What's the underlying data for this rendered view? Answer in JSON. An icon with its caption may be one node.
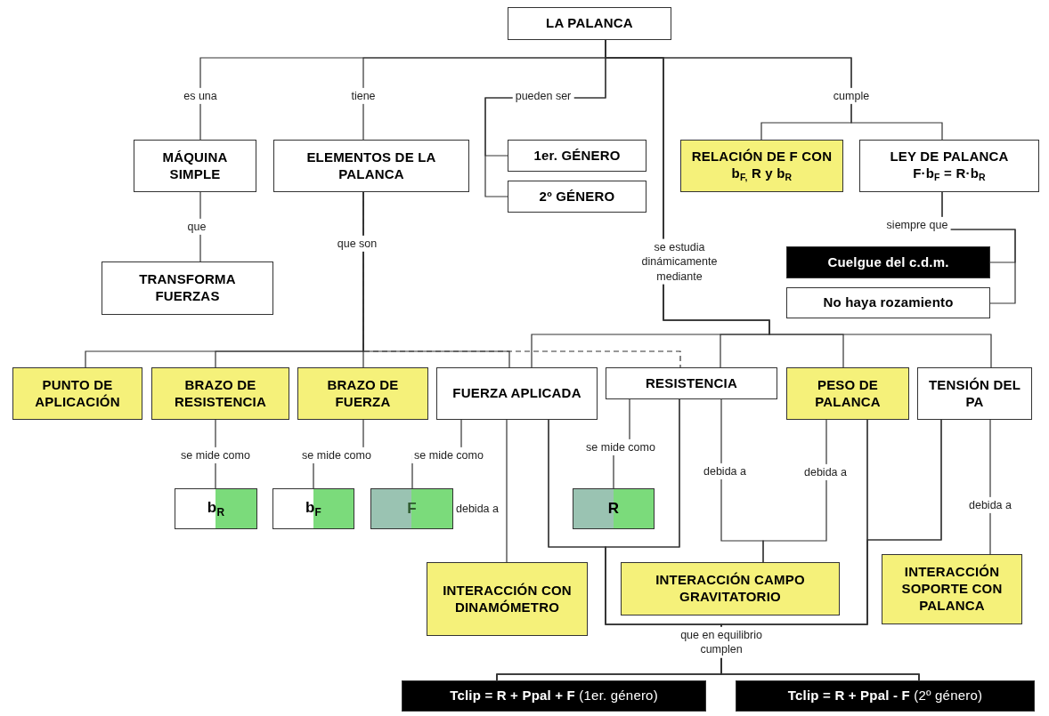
{
  "diagram": {
    "nodes": [
      {
        "text": [
          "LA PALANCA"
        ]
      },
      {
        "text": [
          "MÁQUINA SIMPLE"
        ]
      },
      {
        "text": [
          "ELEMENTOS DE LA PALANCA"
        ]
      },
      {
        "text": [
          "1er. GÉNERO"
        ]
      },
      {
        "text": [
          "2º GÉNERO"
        ]
      },
      {
        "text": [
          "RELACIÓN DE F CON b$_{F,}$ R y b$_{R}$"
        ]
      },
      {
        "text": [
          "LEY DE PALANCA",
          "F·b$_{F}$ = R·b$_{R}$"
        ]
      },
      {
        "text": [
          "TRANSFORMA FUERZAS"
        ]
      },
      {
        "text": [
          "Cuelgue del c.d.m."
        ]
      },
      {
        "text": [
          "No haya rozamiento"
        ]
      },
      {
        "text": [
          "PUNTO DE APLICACIÓN"
        ]
      },
      {
        "text": [
          "BRAZO DE RESISTENCIA"
        ]
      },
      {
        "text": [
          "BRAZO DE FUERZA"
        ]
      },
      {
        "text": [
          "FUERZA APLICADA"
        ]
      },
      {
        "text": [
          "RESISTENCIA"
        ]
      },
      {
        "text": [
          "PESO DE PALANCA"
        ]
      },
      {
        "text": [
          "TENSIÓN DEL PA"
        ]
      },
      {
        "text": [
          "b$_{R}$"
        ]
      },
      {
        "text": [
          "b$_{F}$"
        ]
      },
      {
        "text": [
          "F"
        ]
      },
      {
        "text": [
          "R"
        ]
      },
      {
        "text": [
          "INTERACCIÓN CON DINAMÓMETRO"
        ]
      },
      {
        "text": [
          "INTERACCIÓN CAMPO GRAVITATORIO"
        ]
      },
      {
        "text": [
          "INTERACCIÓN SOPORTE CON PALANCA"
        ]
      },
      {
        "text": [
          "**Tclip = R + Ppal + F** (1er. género)"
        ]
      },
      {
        "text": [
          "**Tclip = R + Ppal - F** (2º género)"
        ]
      }
    ],
    "edges": [
      {
        "from": 0,
        "to": 1,
        "arrow": "none",
        "label": "es una"
      },
      {
        "from": 0,
        "to": 2,
        "arrow": "none",
        "label": "tiene"
      },
      {
        "from": 0,
        "to": 3,
        "arrow": "none",
        "label": "pueden ser"
      },
      {
        "from": 0,
        "to": 4,
        "arrow": "none"
      },
      {
        "from": 0,
        "to": 5,
        "arrow": "none",
        "label": "cumple"
      },
      {
        "from": 0,
        "to": 6,
        "arrow": "none"
      },
      {
        "from": 0,
        "to": 13,
        "arrow": "none",
        "label": "se estudia dinámicamente mediante"
      },
      {
        "from": 0,
        "to": 14,
        "arrow": "none"
      },
      {
        "from": 0,
        "to": 15,
        "arrow": "none"
      },
      {
        "from": 0,
        "to": 16,
        "arrow": "none"
      },
      {
        "from": 1,
        "to": 7,
        "arrow": "none",
        "label": "que"
      },
      {
        "from": 2,
        "to": 10,
        "arrow": "none",
        "label": "que son"
      },
      {
        "from": 2,
        "to": 11,
        "arrow": "none"
      },
      {
        "from": 2,
        "to": 12,
        "arrow": "none"
      },
      {
        "from": 2,
        "to": 13,
        "arrow": "none"
      },
      {
        "from": 2,
        "to": 14,
        "arrow": "none",
        "style": "dashed"
      },
      {
        "from": 6,
        "to": 8,
        "arrow": "none",
        "label": "siempre que"
      },
      {
        "from": 6,
        "to": 9,
        "arrow": "none"
      },
      {
        "from": 11,
        "to": 17,
        "arrow": "none",
        "label": "se mide como"
      },
      {
        "from": 12,
        "to": 18,
        "arrow": "none",
        "label": "se mide como"
      },
      {
        "from": 13,
        "to": 19,
        "arrow": "none",
        "label": "se mide como"
      },
      {
        "from": 14,
        "to": 20,
        "arrow": "none",
        "label": "se mide como"
      },
      {
        "from": 13,
        "to": 21,
        "arrow": "none",
        "label": "debida a"
      },
      {
        "from": 14,
        "to": 22,
        "arrow": "none",
        "label": "debida a"
      },
      {
        "from": 15,
        "to": 22,
        "arrow": "none",
        "label": "debida a"
      },
      {
        "from": 16,
        "to": 23,
        "arrow": "none",
        "label": "debida a"
      },
      {
        "from": 13,
        "to": 24,
        "arrow": "none",
        "label": "que en equilibrio cumplen"
      },
      {
        "from": 13,
        "to": 25,
        "arrow": "none"
      },
      {
        "from": 14,
        "to": 24,
        "arrow": "none"
      },
      {
        "from": 14,
        "to": 25,
        "arrow": "none"
      },
      {
        "from": 15,
        "to": 24,
        "arrow": "none"
      },
      {
        "from": 15,
        "to": 25,
        "arrow": "none"
      },
      {
        "from": 16,
        "to": 24,
        "arrow": "none"
      },
      {
        "from": 16,
        "to": 25,
        "arrow": "none"
      }
    ]
  }
}
